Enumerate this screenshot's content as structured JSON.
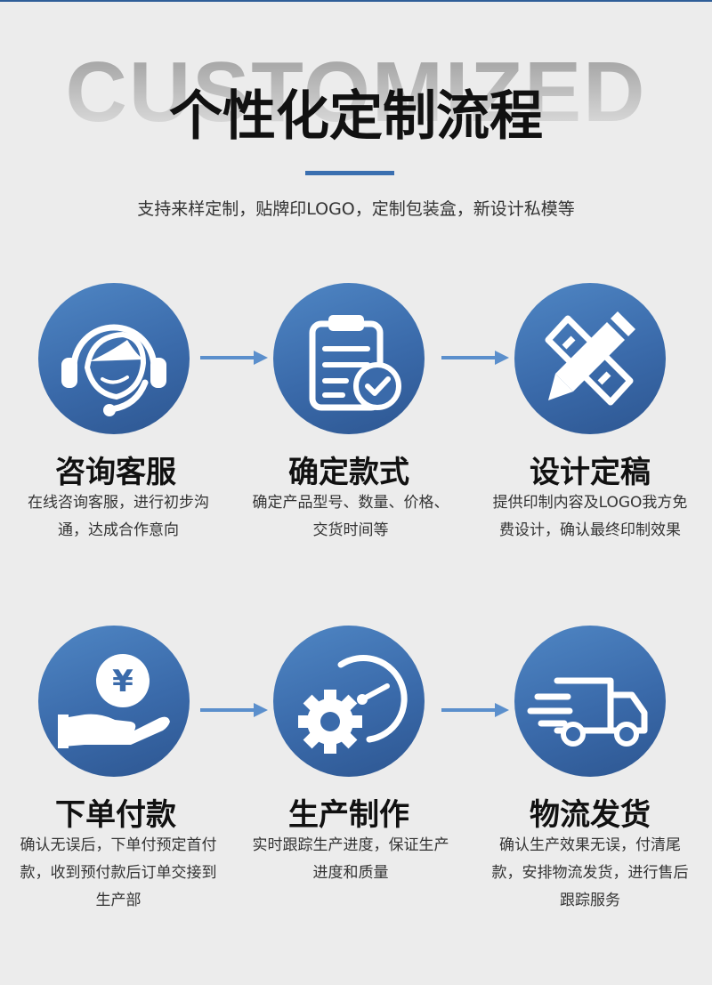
{
  "header": {
    "bg_word": "CUSTOMIZED",
    "title": "个性化定制流程",
    "subtitle": "支持来样定制，贴牌印LOGO，定制包装盒，新设计私模等"
  },
  "steps": [
    {
      "title": "咨询客服",
      "desc": "在线咨询客服，进行初步沟通，达成合作意向",
      "icon": "customer-service-headset-icon"
    },
    {
      "title": "确定款式",
      "desc": "确定产品型号、数量、价格、交货时间等",
      "icon": "clipboard-check-icon"
    },
    {
      "title": "设计定稿",
      "desc": "提供印制内容及LOGO我方免费设计，确认最终印制效果",
      "icon": "pencil-ruler-icon"
    },
    {
      "title": "下单付款",
      "desc": "确认无误后，下单付预定首付款，收到预付款后订单交接到生产部",
      "icon": "yen-coin-hand-icon"
    },
    {
      "title": "生产制作",
      "desc": "实时跟踪生产进度，保证生产进度和质量",
      "icon": "gear-gauge-icon"
    },
    {
      "title": "物流发货",
      "desc": "确认生产效果无误，付清尾款，安排物流发货，进行售后跟踪服务",
      "icon": "delivery-truck-icon"
    }
  ],
  "colors": {
    "accent": "#3a6fb0",
    "circle_dark": "#2d5691",
    "arrow": "#5b8fcc"
  }
}
